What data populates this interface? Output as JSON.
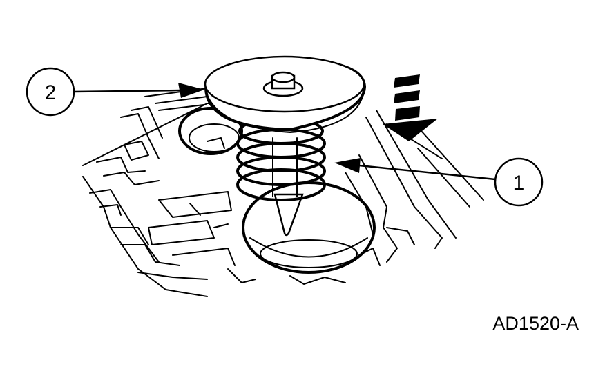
{
  "callouts": [
    {
      "label": "2"
    },
    {
      "label": "1"
    }
  ],
  "reference_code": "AD1520-A"
}
